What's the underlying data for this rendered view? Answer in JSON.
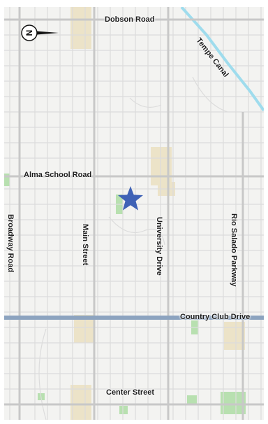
{
  "map": {
    "streets": {
      "dobson": "Dobson Road",
      "tempe_canal": "Tempe Canal",
      "alma_school": "Alma School Road",
      "broadway": "Broadway Road",
      "main": "Main Street",
      "university": "University Drive",
      "rio_salado": "Rio Salado Parkway",
      "country_club": "Country Club Drive",
      "center": "Center Street"
    },
    "north_arrow_letter": "N",
    "colors": {
      "background": "#f3f3f1",
      "minor_street": "#dcdcdc",
      "major_road": "#c8c8c8",
      "highlight_road": "#8ca3bf",
      "canal": "#9fdced",
      "park": "#b8e0b0",
      "sand": "#ece3c8",
      "star": "#3f62b6"
    },
    "icons": [
      "north-arrow-icon",
      "location-star-icon"
    ]
  }
}
